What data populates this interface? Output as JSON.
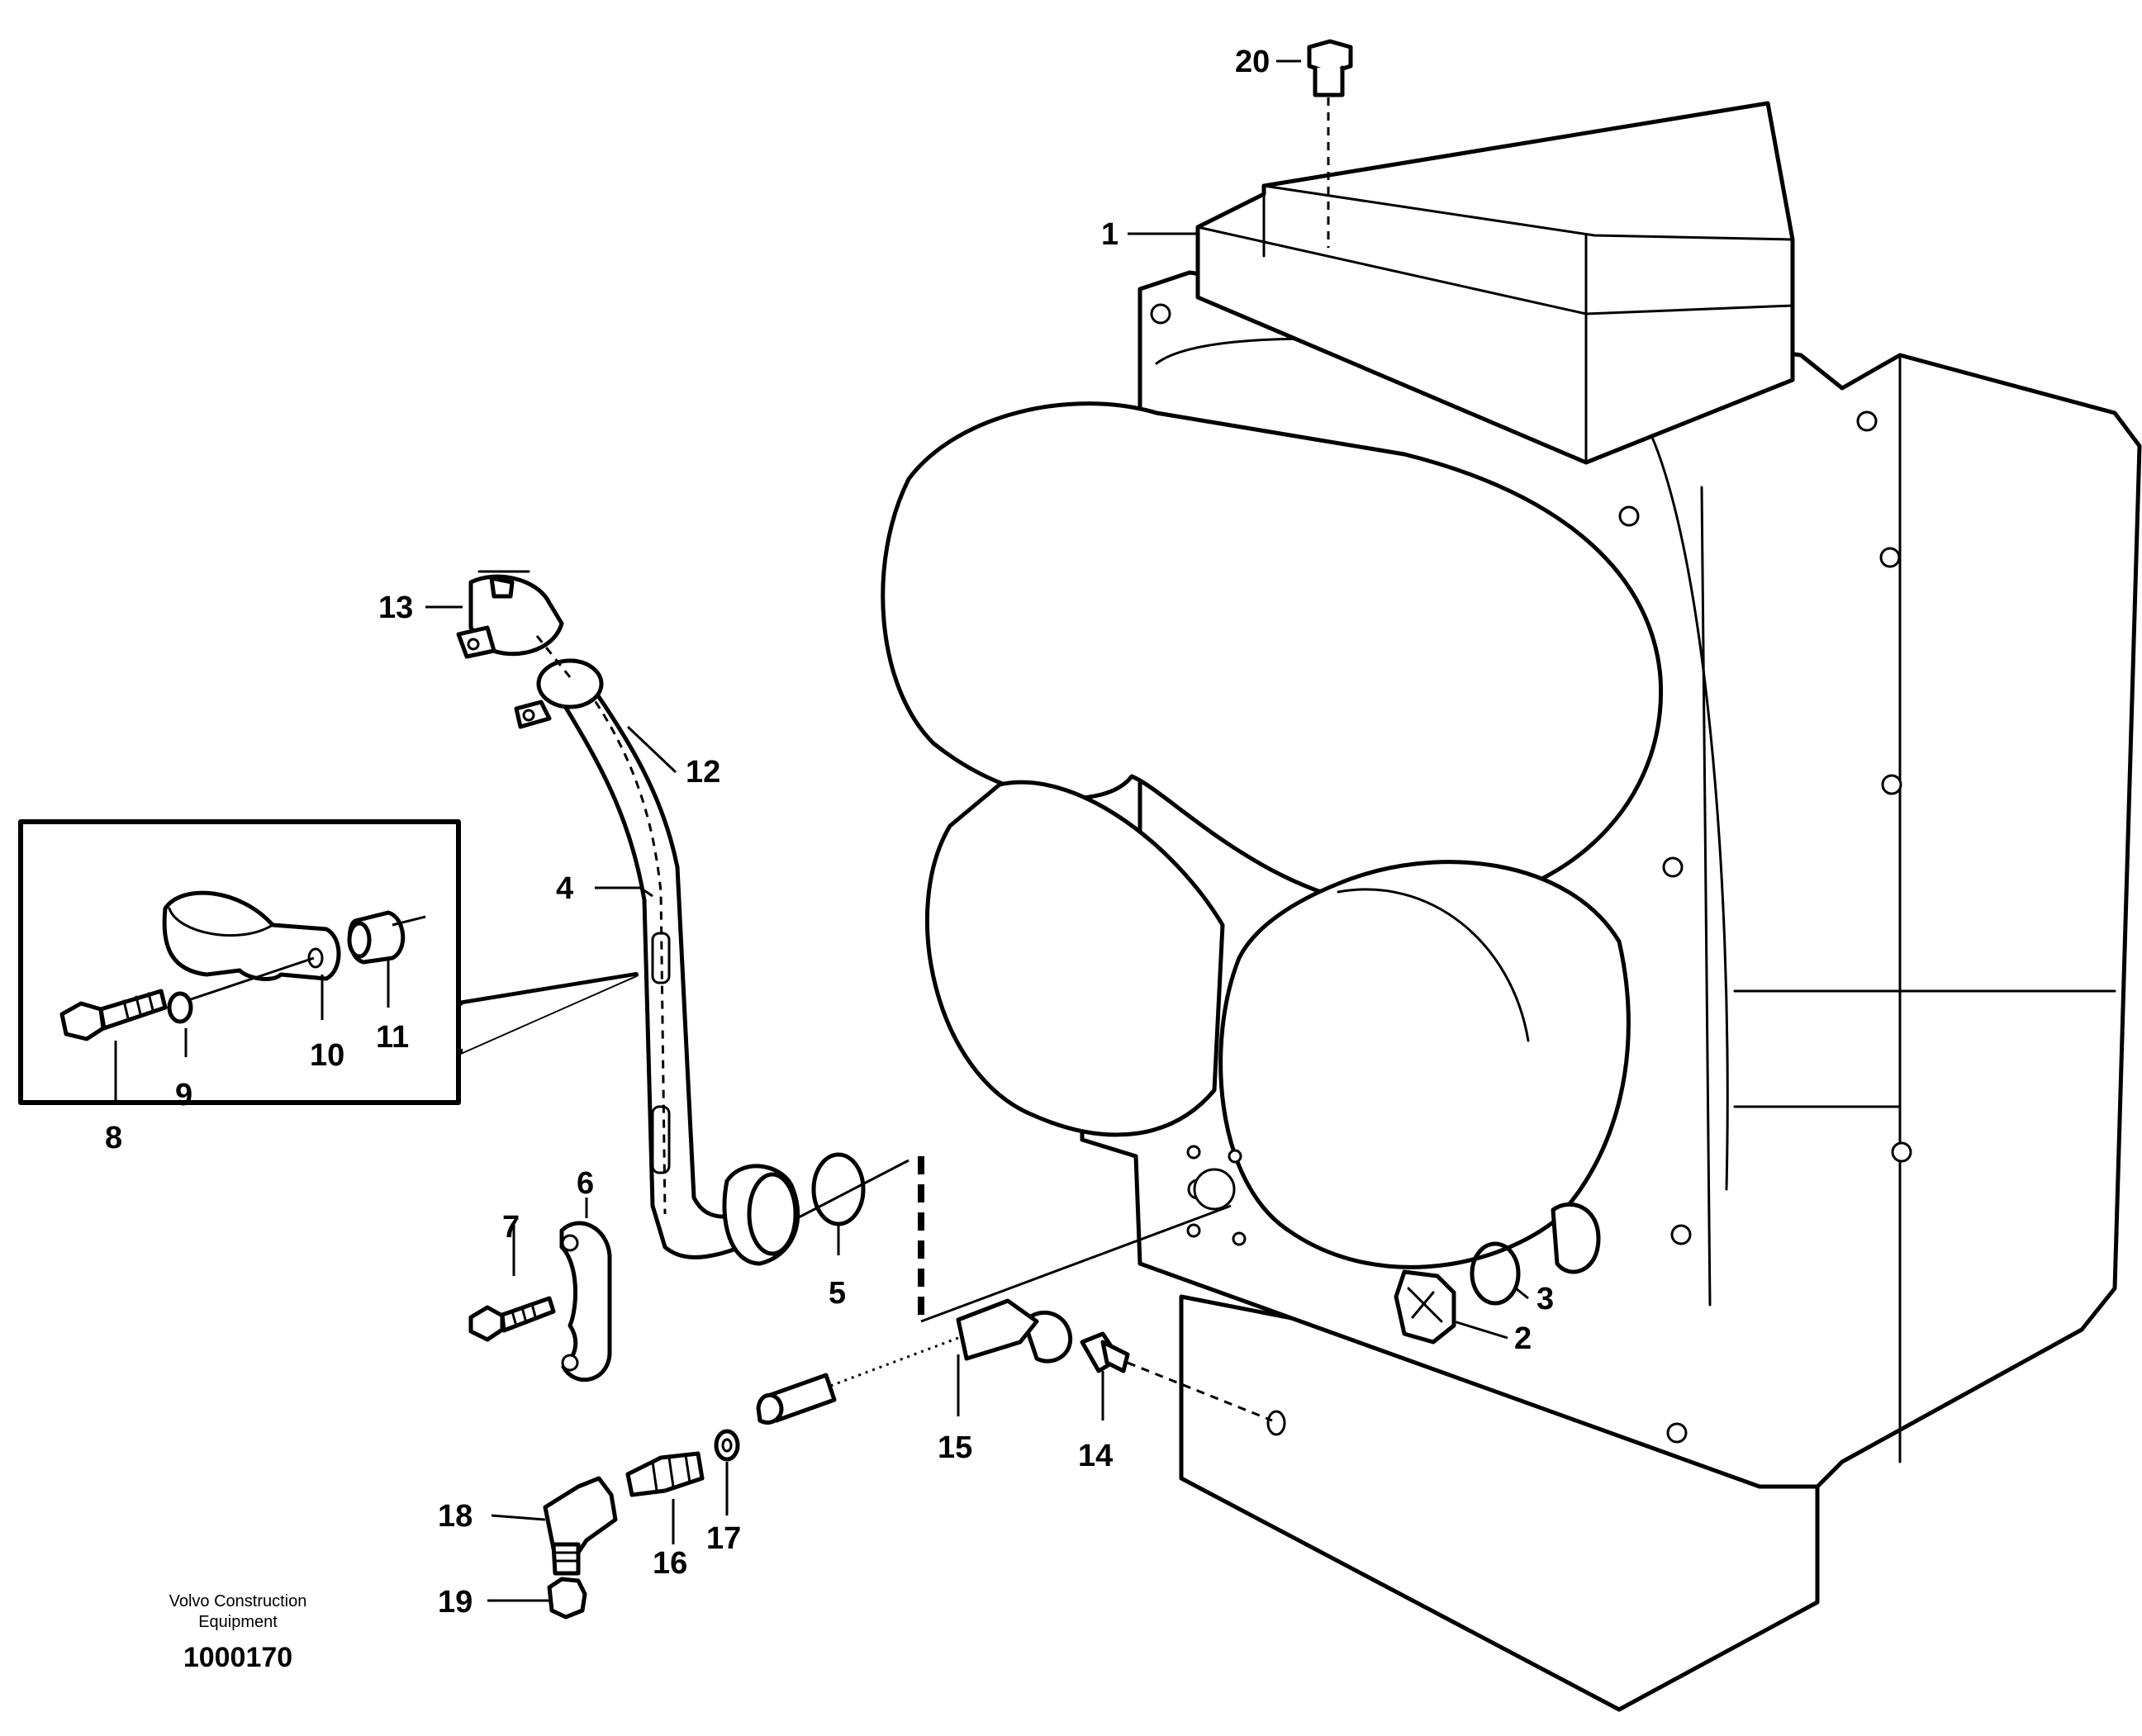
{
  "callouts": [
    "1",
    "2",
    "3",
    "4",
    "5",
    "6",
    "7",
    "8",
    "9",
    "10",
    "11",
    "12",
    "13",
    "14",
    "15",
    "16",
    "17",
    "18",
    "19",
    "20"
  ],
  "footer": {
    "credit_line1": "Volvo Construction",
    "credit_line2": "Equipment",
    "doc_number": "1000170"
  },
  "colors": {
    "line": "#000000",
    "background": "#ffffff"
  }
}
